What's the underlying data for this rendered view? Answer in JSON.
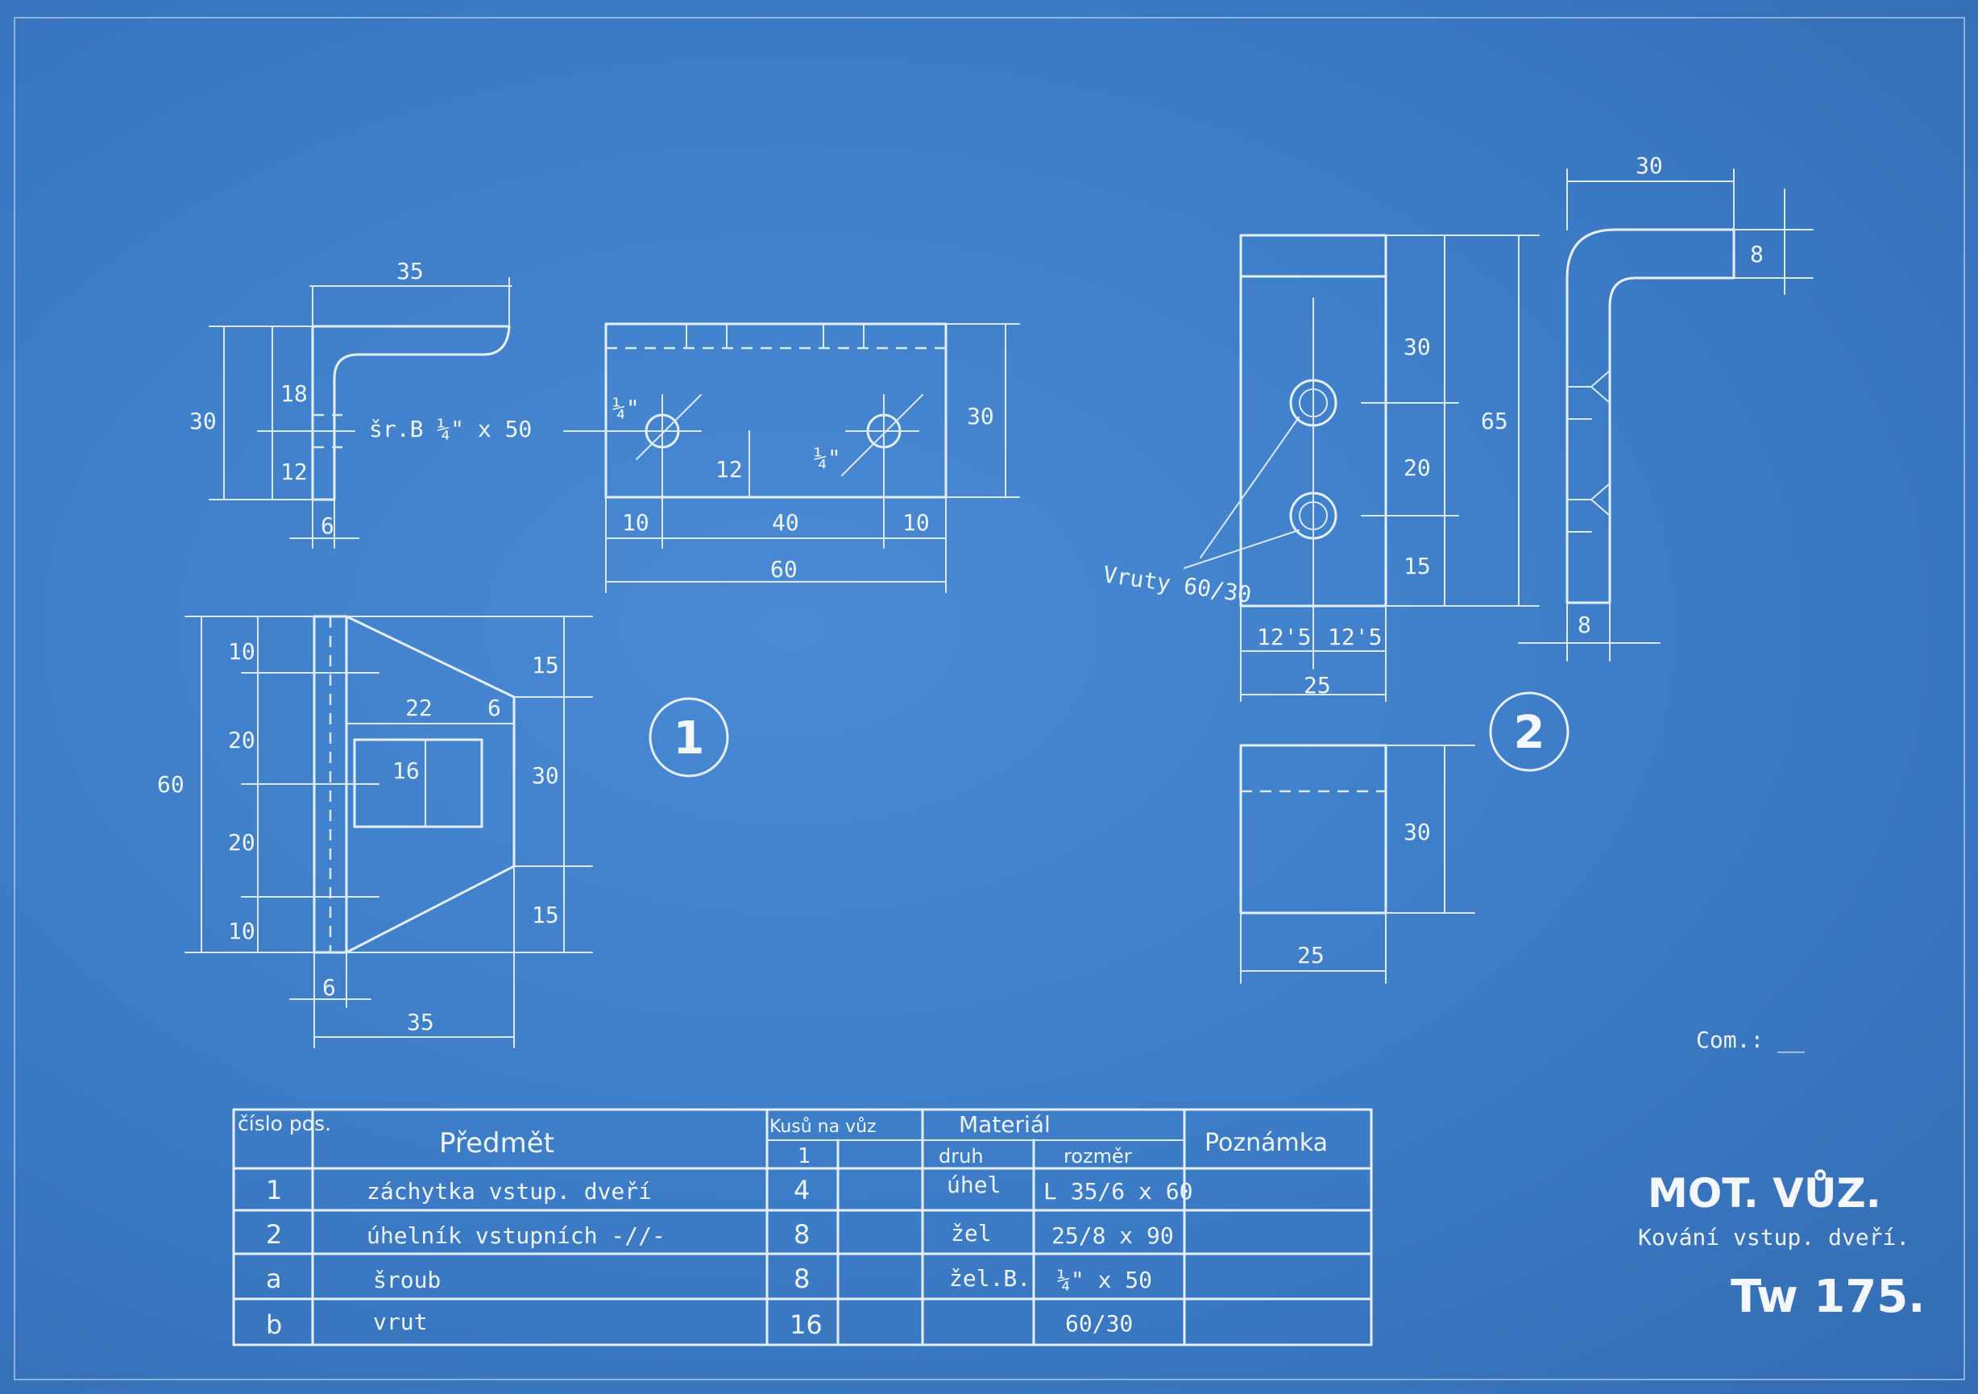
{
  "views": {
    "part1": {
      "number": "1",
      "side": {
        "width": "35",
        "height": "30",
        "upper": "18",
        "lower": "12",
        "thickness": "6",
        "note": "šr.B ¼\" x 50"
      },
      "front": {
        "height": "30",
        "hole_left": "¼\"",
        "hole_right": "¼\"",
        "hole_height": "12",
        "left_off": "10",
        "spacing": "40",
        "right_off": "10",
        "length": "60"
      },
      "top": {
        "length": "60",
        "a1": "10",
        "a2": "20",
        "a3": "20",
        "a4": "10",
        "b1": "15",
        "b2": "30",
        "b3": "15",
        "slot_w": "22",
        "slot_off": "6",
        "slot_h": "16",
        "thickness": "6",
        "width": "35"
      }
    },
    "part2": {
      "number": "2",
      "width_top": "30",
      "flange": "8",
      "thickness": "8",
      "height": "65",
      "d1": "30",
      "d2": "20",
      "d3": "15",
      "half_l": "12'5",
      "half_r": "12'5",
      "width": "25",
      "screws": "Vruty 60/30",
      "bottom_h": "30",
      "bottom_w": "25"
    }
  },
  "signature": "Com.: __",
  "table": {
    "headers": {
      "pos": "číslo pos.",
      "item": "Předmět",
      "qty": "Kusů na vůz",
      "qty_sub": "1",
      "material": "Materiál",
      "mat_kind": "druh",
      "mat_size": "rozměr",
      "note": "Poznámka"
    },
    "rows": [
      {
        "pos": "1",
        "item": "záchytka vstup. dveří",
        "qty": "4",
        "kind": "úhel",
        "size": "L 35/6 x 60",
        "note": ""
      },
      {
        "pos": "2",
        "item": "úhelník vstupních -//-",
        "qty": "8",
        "kind": "žel",
        "size": "25/8 x 90",
        "note": ""
      },
      {
        "pos": "a",
        "item": "šroub",
        "qty": "8",
        "kind": "žel.B.",
        "size": "¼\" x 50",
        "note": ""
      },
      {
        "pos": "b",
        "item": "vrut",
        "qty": "16",
        "kind": "",
        "size": "60/30",
        "note": ""
      }
    ]
  },
  "title_block": {
    "title": "MOT. VŮZ.",
    "subtitle": "Kování vstup. dveří.",
    "code": "Tw 175."
  }
}
